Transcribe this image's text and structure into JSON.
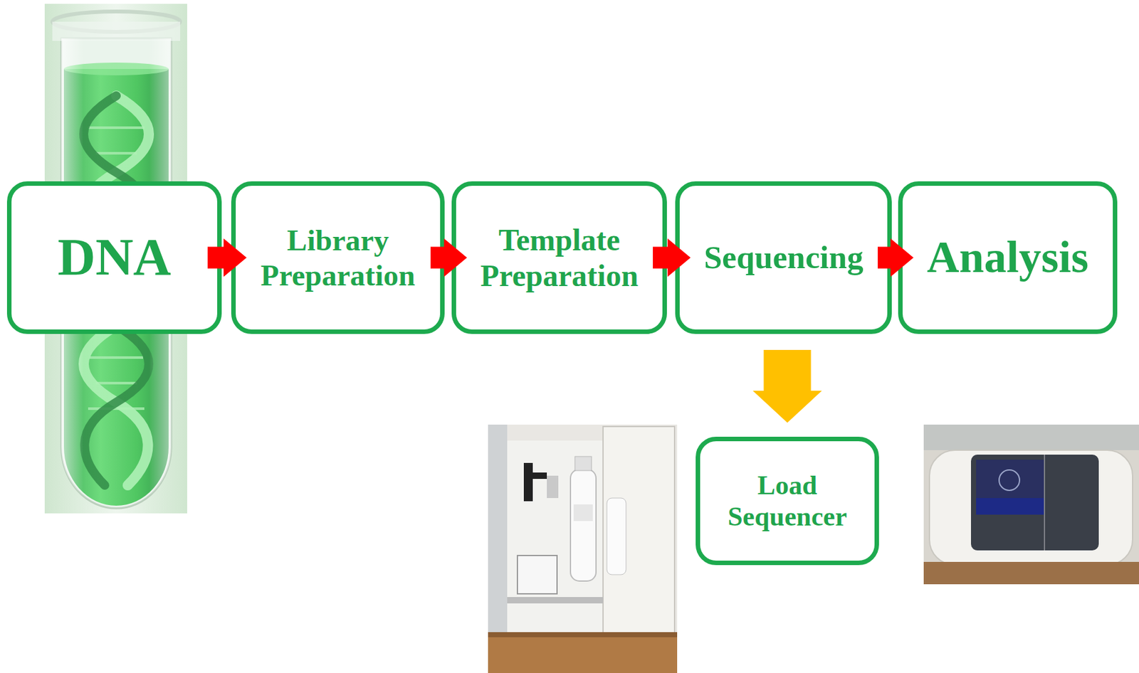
{
  "diagram": {
    "nodes": [
      {
        "text": [
          "DNA"
        ]
      },
      {
        "text": [
          "Library Preparation"
        ]
      },
      {
        "text": [
          "Template Preparation"
        ]
      },
      {
        "text": [
          "Sequencing"
        ]
      },
      {
        "text": [
          "Analysis"
        ]
      },
      {
        "text": [
          "Load Sequencer"
        ]
      }
    ],
    "edges": [
      {
        "from": 0,
        "to": 1,
        "arrow": "to"
      },
      {
        "from": 1,
        "to": 2,
        "arrow": "to"
      },
      {
        "from": 2,
        "to": 3,
        "arrow": "to"
      },
      {
        "from": 3,
        "to": 4,
        "arrow": "to"
      },
      {
        "from": 3,
        "to": 5,
        "arrow": "to"
      }
    ]
  }
}
